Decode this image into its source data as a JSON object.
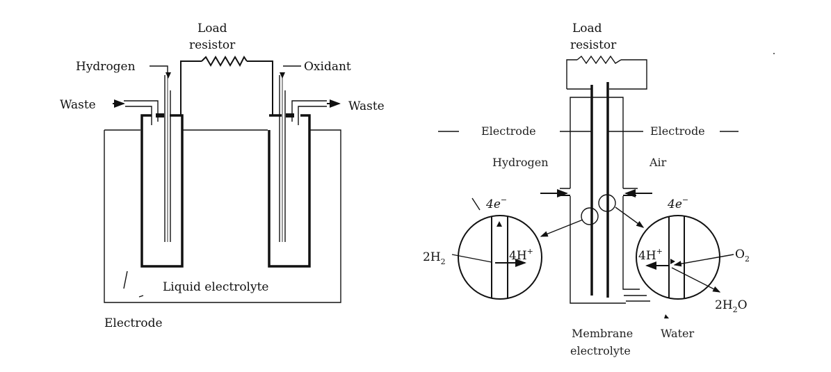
{
  "left_diagram": {
    "title": "Alkaline fuel cell with liquid electrolyte",
    "labels": {
      "load_line1": "Load",
      "load_line2": "resistor",
      "hydrogen": "Hydrogen",
      "oxidant": "Oxidant",
      "waste_left": "Waste",
      "waste_right": "Waste",
      "liquid_electrolyte": "Liquid electrolyte",
      "electrode": "Electrode"
    }
  },
  "right_diagram": {
    "title": "Membrane electrolyte fuel cell",
    "labels": {
      "load_line1": "Load",
      "load_line2": "resistor",
      "electrode_left": "Electrode",
      "electrode_right": "Electrode",
      "hydrogen": "Hydrogen",
      "air": "Air",
      "electrons_left": "4e",
      "electrons_right": "4e",
      "electron_sup": "−",
      "h2_left_main": "2H",
      "h2_left_sub": "2",
      "protons_left": "4H",
      "protons_right": "4H",
      "proton_sup": "+",
      "o2_main": "O",
      "o2_sub": "2",
      "water_product_pre": "2H",
      "water_product_sub": "2",
      "water_product_post": "O",
      "membrane_line1": "Membrane",
      "membrane_line2": "electrolyte",
      "water": "Water"
    }
  }
}
